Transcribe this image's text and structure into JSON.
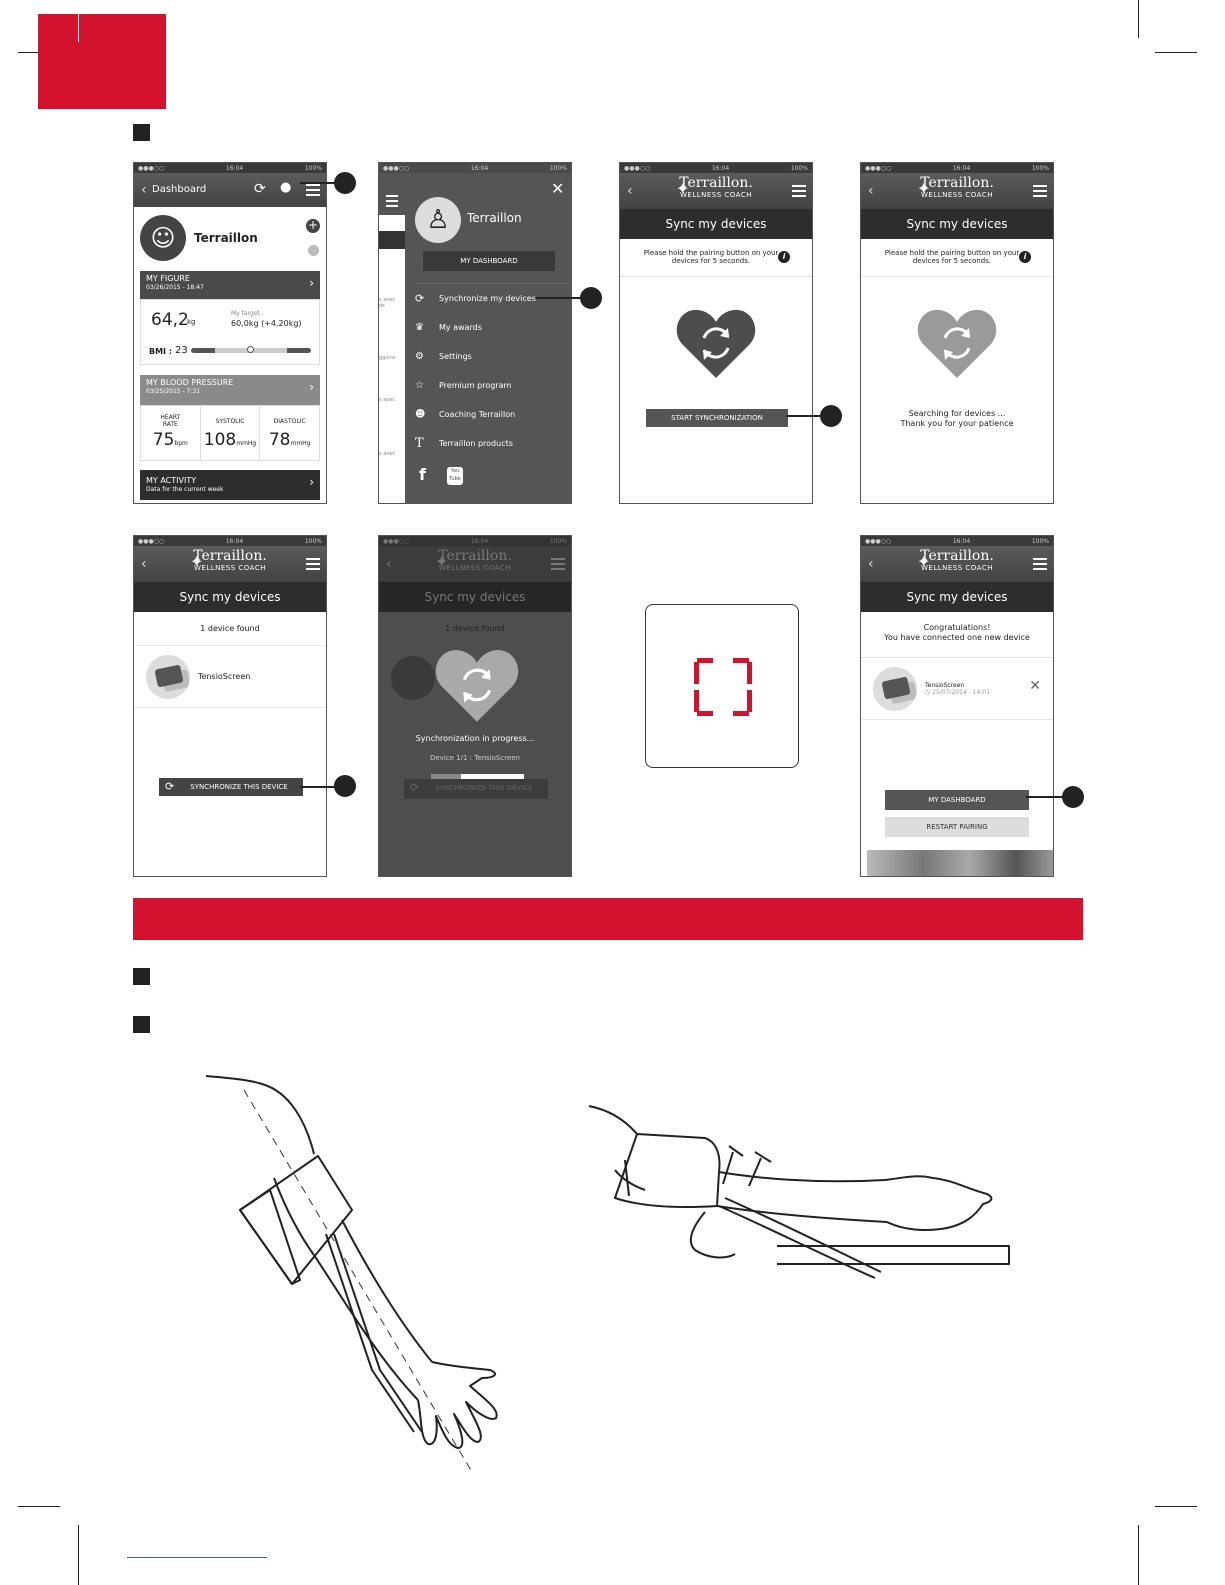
{
  "status": {
    "time": "16:04",
    "battery": "100%",
    "carrier": "●●●○○"
  },
  "screen1": {
    "nav_title": "Dashboard",
    "user": "Terraillon",
    "figure": {
      "title": "MY FIGURE",
      "date": "03/26/2015 - 18:47",
      "weight": "64,2",
      "unit": "kg",
      "target_label": "My target :",
      "target_value": "60,0kg (+4,20kg)",
      "bmi_label": "BMI :",
      "bmi_value": "23"
    },
    "bp": {
      "title": "MY BLOOD PRESSURE",
      "date": "03/25/2015 - 7:31",
      "cols": [
        {
          "label": "HEART RATE",
          "value": "75",
          "unit": "bpm"
        },
        {
          "label": "SYSTOLIC",
          "value": "108",
          "unit": "mmHg"
        },
        {
          "label": "DIASTOLIC",
          "value": "78",
          "unit": "mmHg"
        }
      ]
    },
    "activity": {
      "title": "MY ACTIVITY",
      "sub": "Data for the current week"
    }
  },
  "screen2": {
    "user": "Terraillon",
    "dashboard_btn": "MY DASHBOARD",
    "menu": [
      "Synchronize my devices",
      "My awards",
      "Settings",
      "Premium program",
      "Coaching Terraillon",
      "Terraillon products"
    ],
    "bg_fragments": [
      "s avec",
      "ds",
      "ggions",
      "s avec",
      "s avec"
    ],
    "social": [
      "f",
      "You Tube"
    ]
  },
  "brand": {
    "name": "Terraillon.",
    "sub": "WELLNESS COACH"
  },
  "sync_title": "Sync my devices",
  "hold_note": "Please hold the pairing button on your devices for 5 seconds.",
  "info_icon": "i",
  "screen3": {
    "button": "START SYNCHRONIZATION"
  },
  "screen4": {
    "line1": "Searching for devices ...",
    "line2": "Thank you for your patience"
  },
  "screen5": {
    "found": "1 device found",
    "device": "TensioScreen",
    "button": "SYNCHRONIZE THIS DEVICE"
  },
  "screen6": {
    "found": "1 device found",
    "progress": "Synchronization in progress...",
    "device_line": "Device 1/1 : TensioScreen",
    "button": "SYNCHRONIZE THIS DEVICE",
    "progress_value": 0.7
  },
  "screen8": {
    "line1": "Congratulations!",
    "line2": "You have connected one new device",
    "device": "TensioScreen",
    "device_date": "25/07/2014 - 14:01",
    "btn1": "MY DASHBOARD",
    "btn2": "RESTART PAIRING"
  },
  "colors": {
    "accent": "#d2122e",
    "dark": "#2d2d2d",
    "mid": "#555555"
  }
}
